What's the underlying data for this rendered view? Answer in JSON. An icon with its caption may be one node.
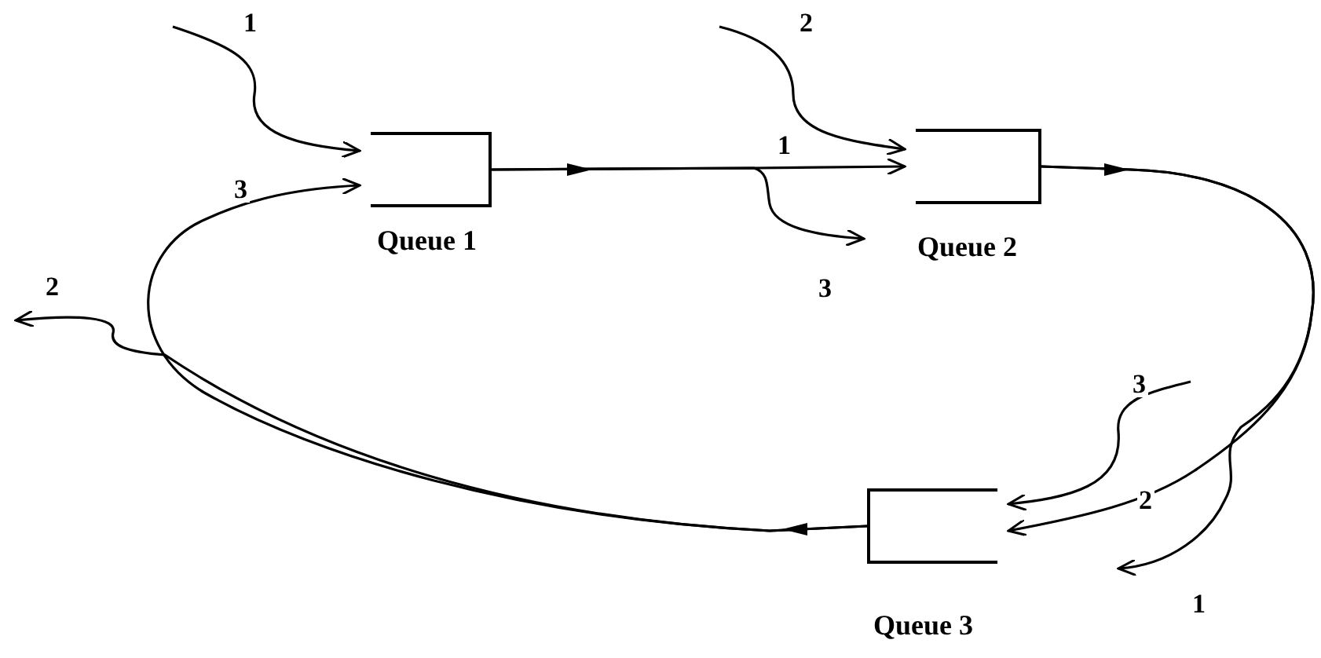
{
  "diagram": {
    "nodes": [
      {
        "text": [],
        "shape": "box",
        "beside": [
          "Queue 1"
        ]
      },
      {
        "text": [],
        "shape": "box",
        "beside": [
          "Queue 2"
        ]
      },
      {
        "text": [],
        "shape": "box",
        "beside": [
          "Queue 3"
        ]
      }
    ],
    "edges": [
      {
        "from": null,
        "to": 0,
        "arrow": "to",
        "label": "1"
      },
      {
        "from": 2,
        "to": 0,
        "arrow": "to",
        "label": "3"
      },
      {
        "from": 2,
        "to": null,
        "arrow": "to",
        "label": "2"
      },
      {
        "from": 0,
        "to": 1,
        "arrow": "to",
        "label": "1"
      },
      {
        "from": 0,
        "to": null,
        "arrow": "to",
        "label": "3"
      },
      {
        "from": null,
        "to": 1,
        "arrow": "to",
        "label": "2"
      },
      {
        "from": 1,
        "to": 2,
        "arrow": "to",
        "label": "2"
      },
      {
        "from": 1,
        "to": null,
        "arrow": "to",
        "label": "1"
      },
      {
        "from": null,
        "to": 2,
        "arrow": "to",
        "label": "3"
      }
    ]
  }
}
